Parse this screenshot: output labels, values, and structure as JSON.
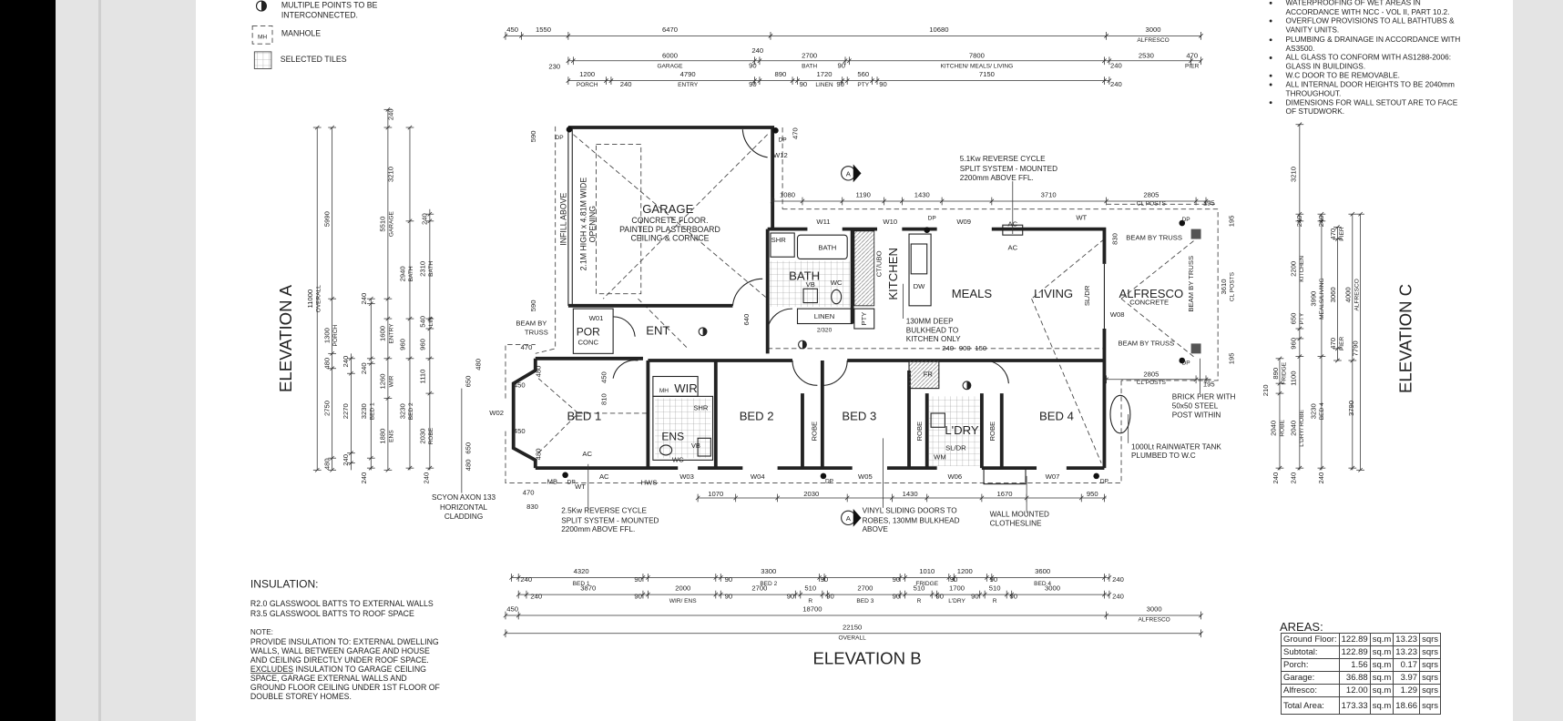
{
  "legend": {
    "interconnected": [
      "MULTIPLE  POINTS TO BE",
      "INTERCONNECTED."
    ],
    "manhole_symbol": "MH",
    "manhole": "MANHOLE",
    "tiles": "SELECTED TILES"
  },
  "notes": [
    "WATERPROOFING OF WET AREAS IN",
    "ACCORDANCE WITH NCC - VOL II, PART 10.2.",
    "OVERFLOW PROVISIONS TO ALL BATHTUBS &",
    "VANITY UNITS.",
    "PLUMBING & DRAINAGE IN ACCORDANCE WITH",
    "AS3500.",
    "ALL GLASS TO CONFORM WITH AS1288-2006:",
    "GLASS IN BUILDINGS.",
    "W.C DOOR TO BE REMOVABLE.",
    "ALL INTERNAL DOOR HEIGHTS TO BE 2040mm",
    "THROUGHOUT.",
    "DIMENSIONS FOR WALL SETOUT ARE TO FACE",
    "OF STUDWORK."
  ],
  "top_dims": [
    "450",
    "1550",
    "6470",
    "10680",
    "3000",
    "ALFRESCO",
    "230",
    "6000",
    "GARAGE",
    "240",
    "2700",
    "BATH",
    "90",
    "90",
    "7800",
    "KITCHEN/ MEALS/ LIVING",
    "240",
    "2530",
    "470",
    "PIER",
    "1200",
    "PORCH",
    "240",
    "4790",
    "ENTRY",
    "90",
    "890",
    "90",
    "1720",
    "LINEN",
    "90",
    "560",
    "PTY",
    "90",
    "7150",
    "240"
  ],
  "bottom_dims": [
    "4320",
    "BED 1",
    "240",
    "90",
    "3300",
    "BED 2",
    "90",
    "90",
    "90",
    "1010",
    "FRIDGE",
    "90",
    "1200",
    "90",
    "3600",
    "BED 4",
    "240",
    "3870",
    "240",
    "90",
    "2000",
    "WIR/ ENS",
    "90",
    "2700",
    "90",
    "510",
    "R",
    "90",
    "2700",
    "BED 3",
    "90",
    "510",
    "R",
    "90",
    "1700",
    "L'DRY",
    "90",
    "510",
    "R",
    "90",
    "3000",
    "240",
    "450",
    "18700",
    "3000",
    "ALFRESCO",
    "22150",
    "OVERALL"
  ],
  "elevation_a": {
    "title": "ELEVATION A",
    "dims": [
      "11000",
      "OVERALL",
      "5990",
      "1300",
      "PORCH",
      "480",
      "2750",
      "480",
      "240",
      "2270",
      "240",
      "240",
      "240",
      "3230",
      "BED 1",
      "240",
      "240",
      "3210",
      "5510",
      "GARAGE",
      "1600",
      "ENTRY",
      "1260",
      "WIR",
      "1880",
      "ENS",
      "2940",
      "BATH",
      "960",
      "3230",
      "BED 2",
      "240",
      "2310",
      "BATH",
      "540",
      "LIN",
      "960",
      "1110",
      "2030",
      "ROBE",
      "240"
    ]
  },
  "elevation_b": {
    "title": "ELEVATION B"
  },
  "elevation_c": {
    "title": "ELEVATION C",
    "dims": [
      "3210",
      "240",
      "2200",
      "KITCHEN",
      "650",
      "PTY",
      "960",
      "1100",
      "2040",
      "L'DRY/ ROBE",
      "240",
      "210",
      "890",
      "FRIDGE",
      "2040",
      "ROBE",
      "240",
      "240",
      "3990",
      "MEALS/LIVING",
      "3230",
      "BED 4",
      "240",
      "470",
      "PIER",
      "3060",
      "470",
      "PIER",
      "4000",
      "ALFRESCO",
      "7790",
      "3790"
    ]
  },
  "plan": {
    "labels": [
      "GARAGE",
      "CONCRETE FLOOR.",
      "PAINTED PLASTERBOARD",
      "CEILING & CORNICE",
      "2.1M HIGH x 4.81M WIDE",
      "OPENING",
      "INFILL ABOVE",
      "BATH",
      "BATH",
      "SHR",
      "VB",
      "WC",
      "LINEN",
      "2/320",
      "KITCHEN",
      "CT/UBO",
      "DW",
      "PTY",
      "MEALS",
      "LIVING",
      "SL/DR",
      "ALFRESCO",
      "CONCRETE",
      "W08",
      "BEAM BY TRUSS",
      "BEAM BY TRUSS",
      "BEAM BY TRUSS",
      "ENT",
      "POR",
      "CONC",
      "W01",
      "BEAM BY",
      "TRUSS",
      "BED 1",
      "WIR",
      "MH",
      "ENS",
      "SHR",
      "VB",
      "WC",
      "BED 2",
      "ROBE",
      "BED 3",
      "ROBE",
      "L'DRY",
      "SL/DR",
      "WM",
      "ROBE",
      "BED 4",
      "FR",
      "AC",
      "MB",
      "DP",
      "WT",
      "AC",
      "HWS",
      "W03",
      "W04",
      "DP",
      "W05",
      "W06",
      "W07",
      "DP",
      "W11",
      "W10",
      "DP",
      "W09",
      "AC",
      "AC",
      "WT",
      "DP",
      "DP",
      "DP",
      "W12",
      "DP",
      "W02",
      "A",
      "A"
    ],
    "dims": [
      "1080",
      "1190",
      "1430",
      "3710",
      "2805",
      "CL POSTS",
      "195",
      "2805",
      "CL POSTS",
      "195",
      "590",
      "470",
      "590",
      "470",
      "640",
      "240",
      "900",
      "150",
      "3610",
      "CL POSTS",
      "195",
      "195",
      "830",
      "480",
      "650",
      "450",
      "450",
      "650",
      "480",
      "480",
      "480",
      "450",
      "810",
      "1070",
      "2030",
      "1430",
      "1670",
      "950",
      "470",
      "830"
    ]
  },
  "annotations": [
    "5.1Kw REVERSE CYCLE",
    "SPLIT SYSTEM - MOUNTED",
    "2200mm ABOVE FFL.",
    "2.5Kw REVERSE CYCLE",
    "SPLIT SYSTEM - MOUNTED",
    "2200mm ABOVE FFL.",
    "SCYON AXON 133",
    "HORIZONTAL",
    "CLADDING",
    "VINYL SLIDING DOORS TO",
    "ROBES, 130MM BULKHEAD",
    "ABOVE",
    "WALL MOUNTED",
    "CLOTHESLINE",
    "BRICK PIER WITH",
    "50x50 STEEL",
    "POST WITHIN",
    "1000Lt RAINWATER TANK",
    "PLUMBED TO W.C",
    "130MM DEEP",
    "BULKHEAD TO",
    "KITCHEN ONLY"
  ],
  "insulation": {
    "title": "INSULATION:",
    "lines": [
      "R2.0 GLASSWOOL BATTS TO EXTERNAL WALLS",
      "R3.5 GLASSWOOL BATTS TO ROOF SPACE"
    ],
    "note_title": "NOTE:",
    "note": [
      "PROVIDE INSULATION TO: EXTERNAL DWELLING",
      "WALLS,  WALL BETWEEN GARAGE AND HOUSE",
      "AND CEILING DIRECTLY UNDER ROOF SPACE.",
      "EXCLUDES INSULATION TO GARAGE CEILING",
      "SPACE,  GARAGE EXTERNAL WALLS  AND",
      "GROUND FLOOR CEILING UNDER  1ST FLOOR OF",
      "DOUBLE STOREY HOMES."
    ]
  },
  "areas": {
    "title": "AREAS:",
    "rows": [
      {
        "label": "Ground Floor:",
        "sqm": "122.89",
        "sqm_unit": "sq.m",
        "sqrs": "13.23",
        "sqrs_unit": "sqrs"
      },
      {
        "label": "Subtotal:",
        "sqm": "122.89",
        "sqm_unit": "sq.m",
        "sqrs": "13.23",
        "sqrs_unit": "sqrs"
      },
      {
        "label": "Porch:",
        "sqm": "1.56",
        "sqm_unit": "sq.m",
        "sqrs": "0.17",
        "sqrs_unit": "sqrs"
      },
      {
        "label": "Garage:",
        "sqm": "36.88",
        "sqm_unit": "sq.m",
        "sqrs": "3.97",
        "sqrs_unit": "sqrs"
      },
      {
        "label": "Alfresco:",
        "sqm": "12.00",
        "sqm_unit": "sq.m",
        "sqrs": "1.29",
        "sqrs_unit": "sqrs"
      },
      {
        "label": "Total Area:",
        "sqm": "173.33",
        "sqm_unit": "sq.m",
        "sqrs": "18.66",
        "sqrs_unit": "sqrs"
      }
    ]
  }
}
